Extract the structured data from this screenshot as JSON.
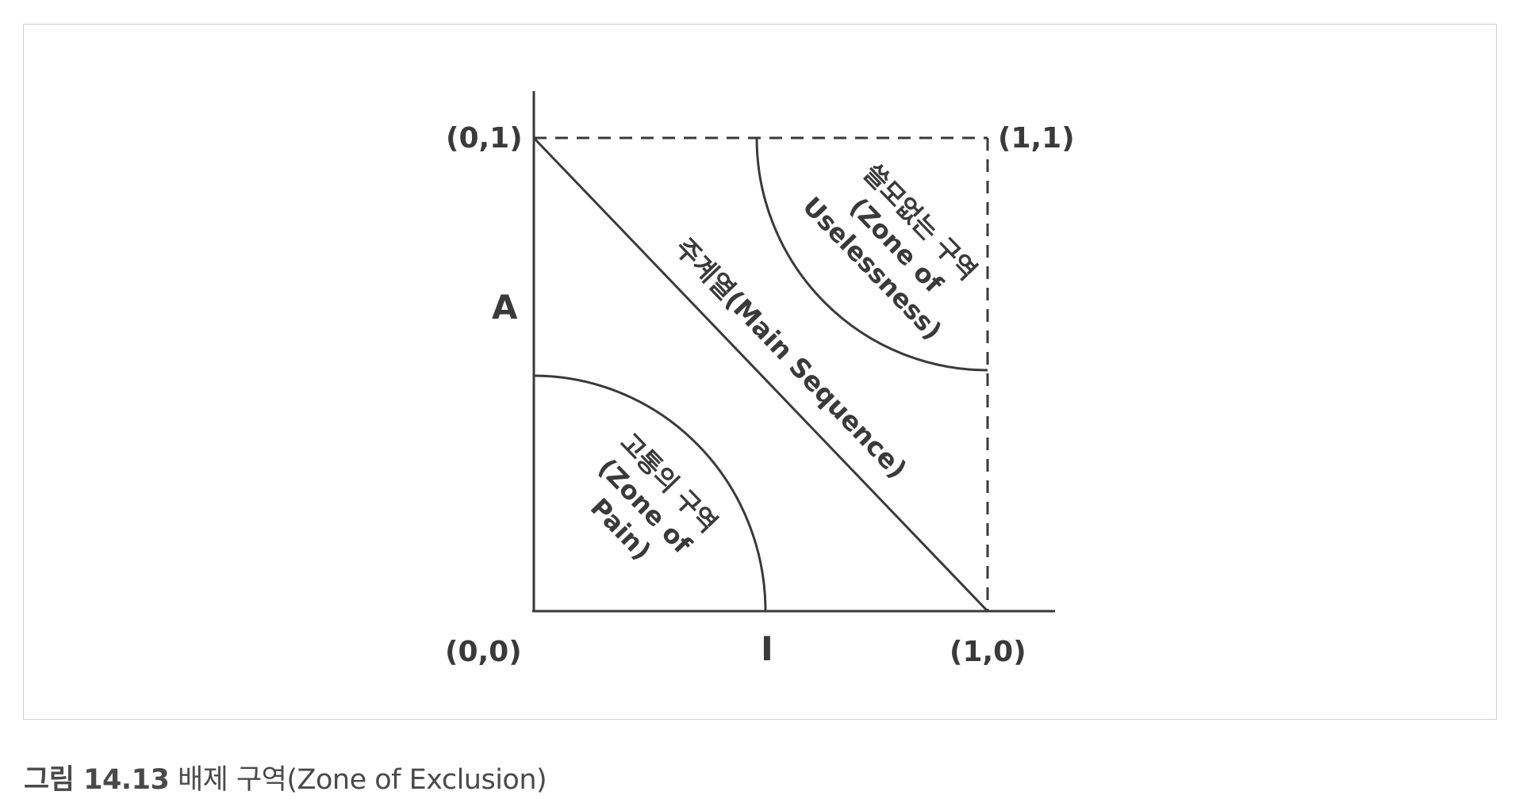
{
  "diagram": {
    "axis_y_label": "A",
    "axis_x_label": "I",
    "corner_labels": {
      "top_left": "(0,1)",
      "top_right": "(1,1)",
      "bottom_left": "(0,0)",
      "bottom_right": "(1,0)"
    },
    "main_sequence_label": "주계열(Main Sequence)",
    "zone_of_pain": {
      "line1": "고통의 구역",
      "line2": "(Zone of",
      "line3": "Pain)"
    },
    "zone_of_uselessness": {
      "line1": "쓸모없는 구역",
      "line2": "(Zone of",
      "line3": "Uselessness)"
    },
    "colors": {
      "line": "#3a3a3a",
      "frame": "#cfcfcf",
      "text": "#3a3a3a"
    }
  },
  "caption": {
    "figure_number": "그림 14.13",
    "title": "배제 구역(Zone of Exclusion)"
  }
}
